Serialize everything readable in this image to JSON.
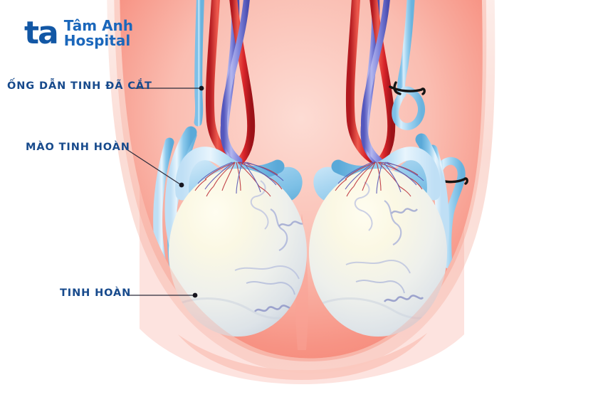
{
  "brand": {
    "mark": "ta",
    "line1": "Tâm Anh",
    "line2": "Hospital",
    "mark_color": "#1257a5",
    "text_color": "#1b67bb"
  },
  "labels": {
    "vas_deferens_cut": "ỐNG DẪN TINH ĐÃ CẮT",
    "epididymis": "MÀO TINH HOÀN",
    "testicle": "TINH HOÀN",
    "text_color": "#174a8c",
    "leader_color": "#2b2b3a"
  },
  "illustration": {
    "subject": "vasectomy-scrotum-anatomy",
    "colors": {
      "scrotum_outer": "#fbe2dd",
      "scrotum_mid": "#f9c9c1",
      "scrotum_inner": "#f79a8c",
      "scrotum_core": "#f8b0a4",
      "testicle_light": "#fdfbe8",
      "testicle_shadow": "#c9d2dd",
      "epididymis_light": "#cfe7f7",
      "epididymis_mid": "#74bce8",
      "vas_tube": "#8fcbec",
      "artery_red": "#d8242a",
      "vein_blue": "#5b5fc7",
      "suture_black": "#141414",
      "capillary_red": "#c0333c",
      "capillary_blue": "#5a59b4"
    },
    "parts": [
      {
        "name": "scrotum",
        "count": 1
      },
      {
        "name": "testicle",
        "count": 2
      },
      {
        "name": "epididymis",
        "count": 2
      },
      {
        "name": "vas-deferens-cut-end",
        "count": 2
      },
      {
        "name": "vas-deferens-ligated-loop",
        "count": 2
      },
      {
        "name": "suture-tie",
        "count": 2
      },
      {
        "name": "testicular-artery",
        "count": 2
      },
      {
        "name": "pampiniform-vein",
        "count": 2
      }
    ]
  }
}
